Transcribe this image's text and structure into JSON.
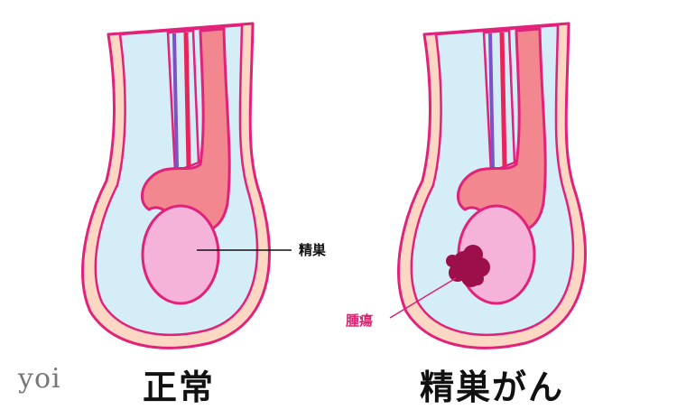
{
  "panels": {
    "normal": {
      "caption": "正常"
    },
    "cancer": {
      "caption": "精巣がん"
    }
  },
  "labels": {
    "testis": "精巣",
    "tumor": "腫瘍"
  },
  "logo": {
    "text": "yoi"
  },
  "colors": {
    "outline": "#e2227a",
    "scrotum_wall": "#fcd8c4",
    "inner_fluid": "#d4edf7",
    "testis": "#f6b3d9",
    "epididymis": "#f2878f",
    "vein": "#7b52c8",
    "artery": "#e8245a",
    "tumor": "#9c0f4b",
    "tumor_label": "#d8246e"
  }
}
